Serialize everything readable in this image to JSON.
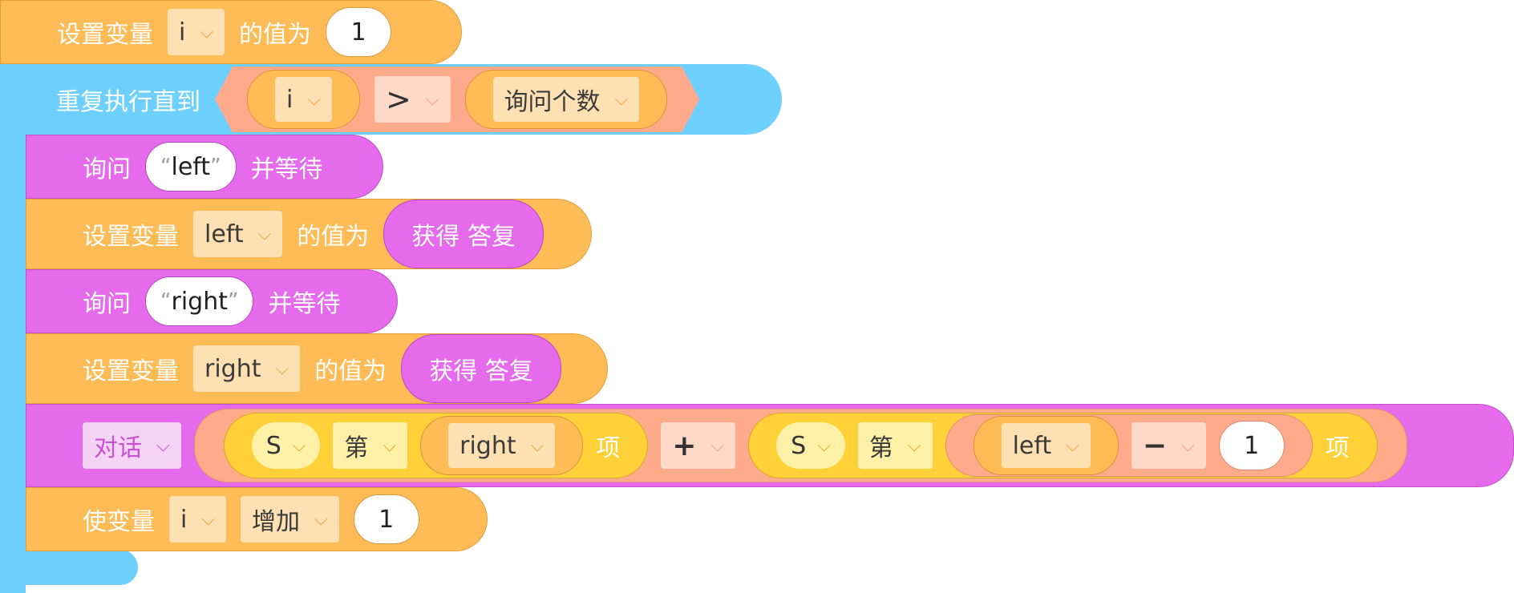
{
  "blocks": {
    "set_i": {
      "label": "设置变量",
      "var": "i",
      "mid": "的值为",
      "value": "1"
    },
    "repeat": {
      "label": "重复执行直到",
      "left": "i",
      "op": ">",
      "right": "询问个数"
    },
    "ask_left": {
      "label": "询问",
      "text": "left",
      "suffix": "并等待"
    },
    "set_left": {
      "label": "设置变量",
      "var": "left",
      "mid": "的值为",
      "value": "获得 答复"
    },
    "ask_right": {
      "label": "询问",
      "text": "right",
      "suffix": "并等待"
    },
    "set_right": {
      "label": "设置变量",
      "var": "right",
      "mid": "的值为",
      "value": "获得 答复"
    },
    "say": {
      "label": "对话",
      "a": {
        "list": "S",
        "ord": "第",
        "index": "right",
        "item": "项"
      },
      "op": "+",
      "b": {
        "list": "S",
        "ord": "第",
        "index": "left",
        "op": "−",
        "num": "1",
        "item": "项"
      }
    },
    "change_i": {
      "label": "使变量",
      "var": "i",
      "mode": "增加",
      "value": "1"
    }
  },
  "icons": {
    "dropdown": "chevron-down-icon"
  },
  "colors": {
    "variables": "#ffbb55",
    "sensing": "#e56bec",
    "control": "#6dd0ff",
    "operators": "#ffaa8b",
    "list": "#fdd137"
  }
}
